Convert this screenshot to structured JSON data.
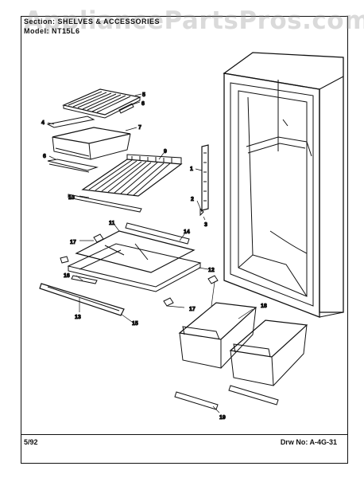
{
  "watermark": "AppliancePartsPros.com",
  "header": {
    "section": "Section: SHELVES & ACCESSORIES",
    "model": "Model: NT15L6"
  },
  "footer": {
    "date": "5/92",
    "drawing_number": "Drw No: A-4G-31"
  },
  "callouts": {
    "c1": "1",
    "c2": "2",
    "c3": "3",
    "c4": "4",
    "c5": "5",
    "c6": "6",
    "c6b": "6",
    "c7": "7",
    "c9": "9",
    "c10": "10",
    "c11": "11",
    "c12": "12",
    "c13": "13",
    "c14": "14",
    "c15": "15",
    "c16": "16",
    "c17a": "17",
    "c17b": "17",
    "c18": "18",
    "c19": "19"
  }
}
